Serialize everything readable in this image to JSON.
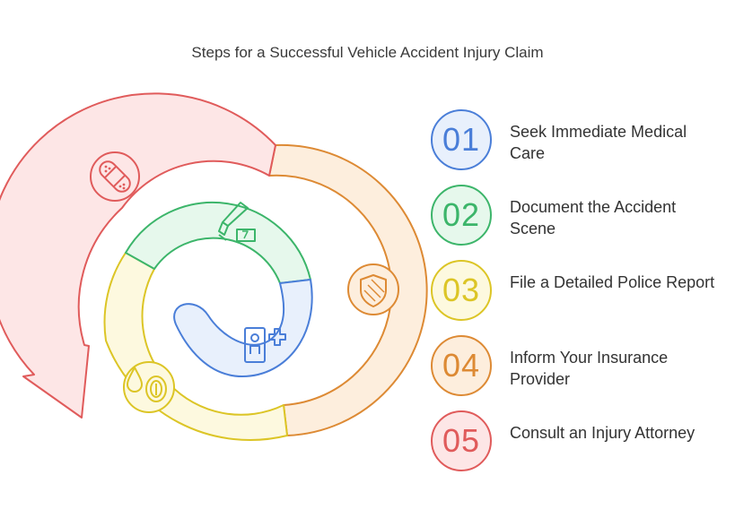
{
  "title": "Steps for a Successful Vehicle Accident Injury Claim",
  "steps": [
    {
      "number": "01",
      "label": "Seek Immediate Medical Care",
      "color": "#4a7ed8",
      "fill": "#e8f0fc",
      "icon": "hospital-icon"
    },
    {
      "number": "02",
      "label": "Document the Accident Scene",
      "color": "#3cb56a",
      "fill": "#e6f8ec",
      "icon": "evidence-icon"
    },
    {
      "number": "03",
      "label": "File a Detailed Police Report",
      "color": "#dcc526",
      "fill": "#fdf9df",
      "icon": "fingerprint-icon"
    },
    {
      "number": "04",
      "label": "Inform Your Insurance Provider",
      "color": "#dd8a34",
      "fill": "#fdeedd",
      "icon": "shield-icon"
    },
    {
      "number": "05",
      "label": "Consult an Injury Attorney",
      "color": "#e05b5b",
      "fill": "#fde6e6",
      "icon": "bandage-icon"
    }
  ]
}
